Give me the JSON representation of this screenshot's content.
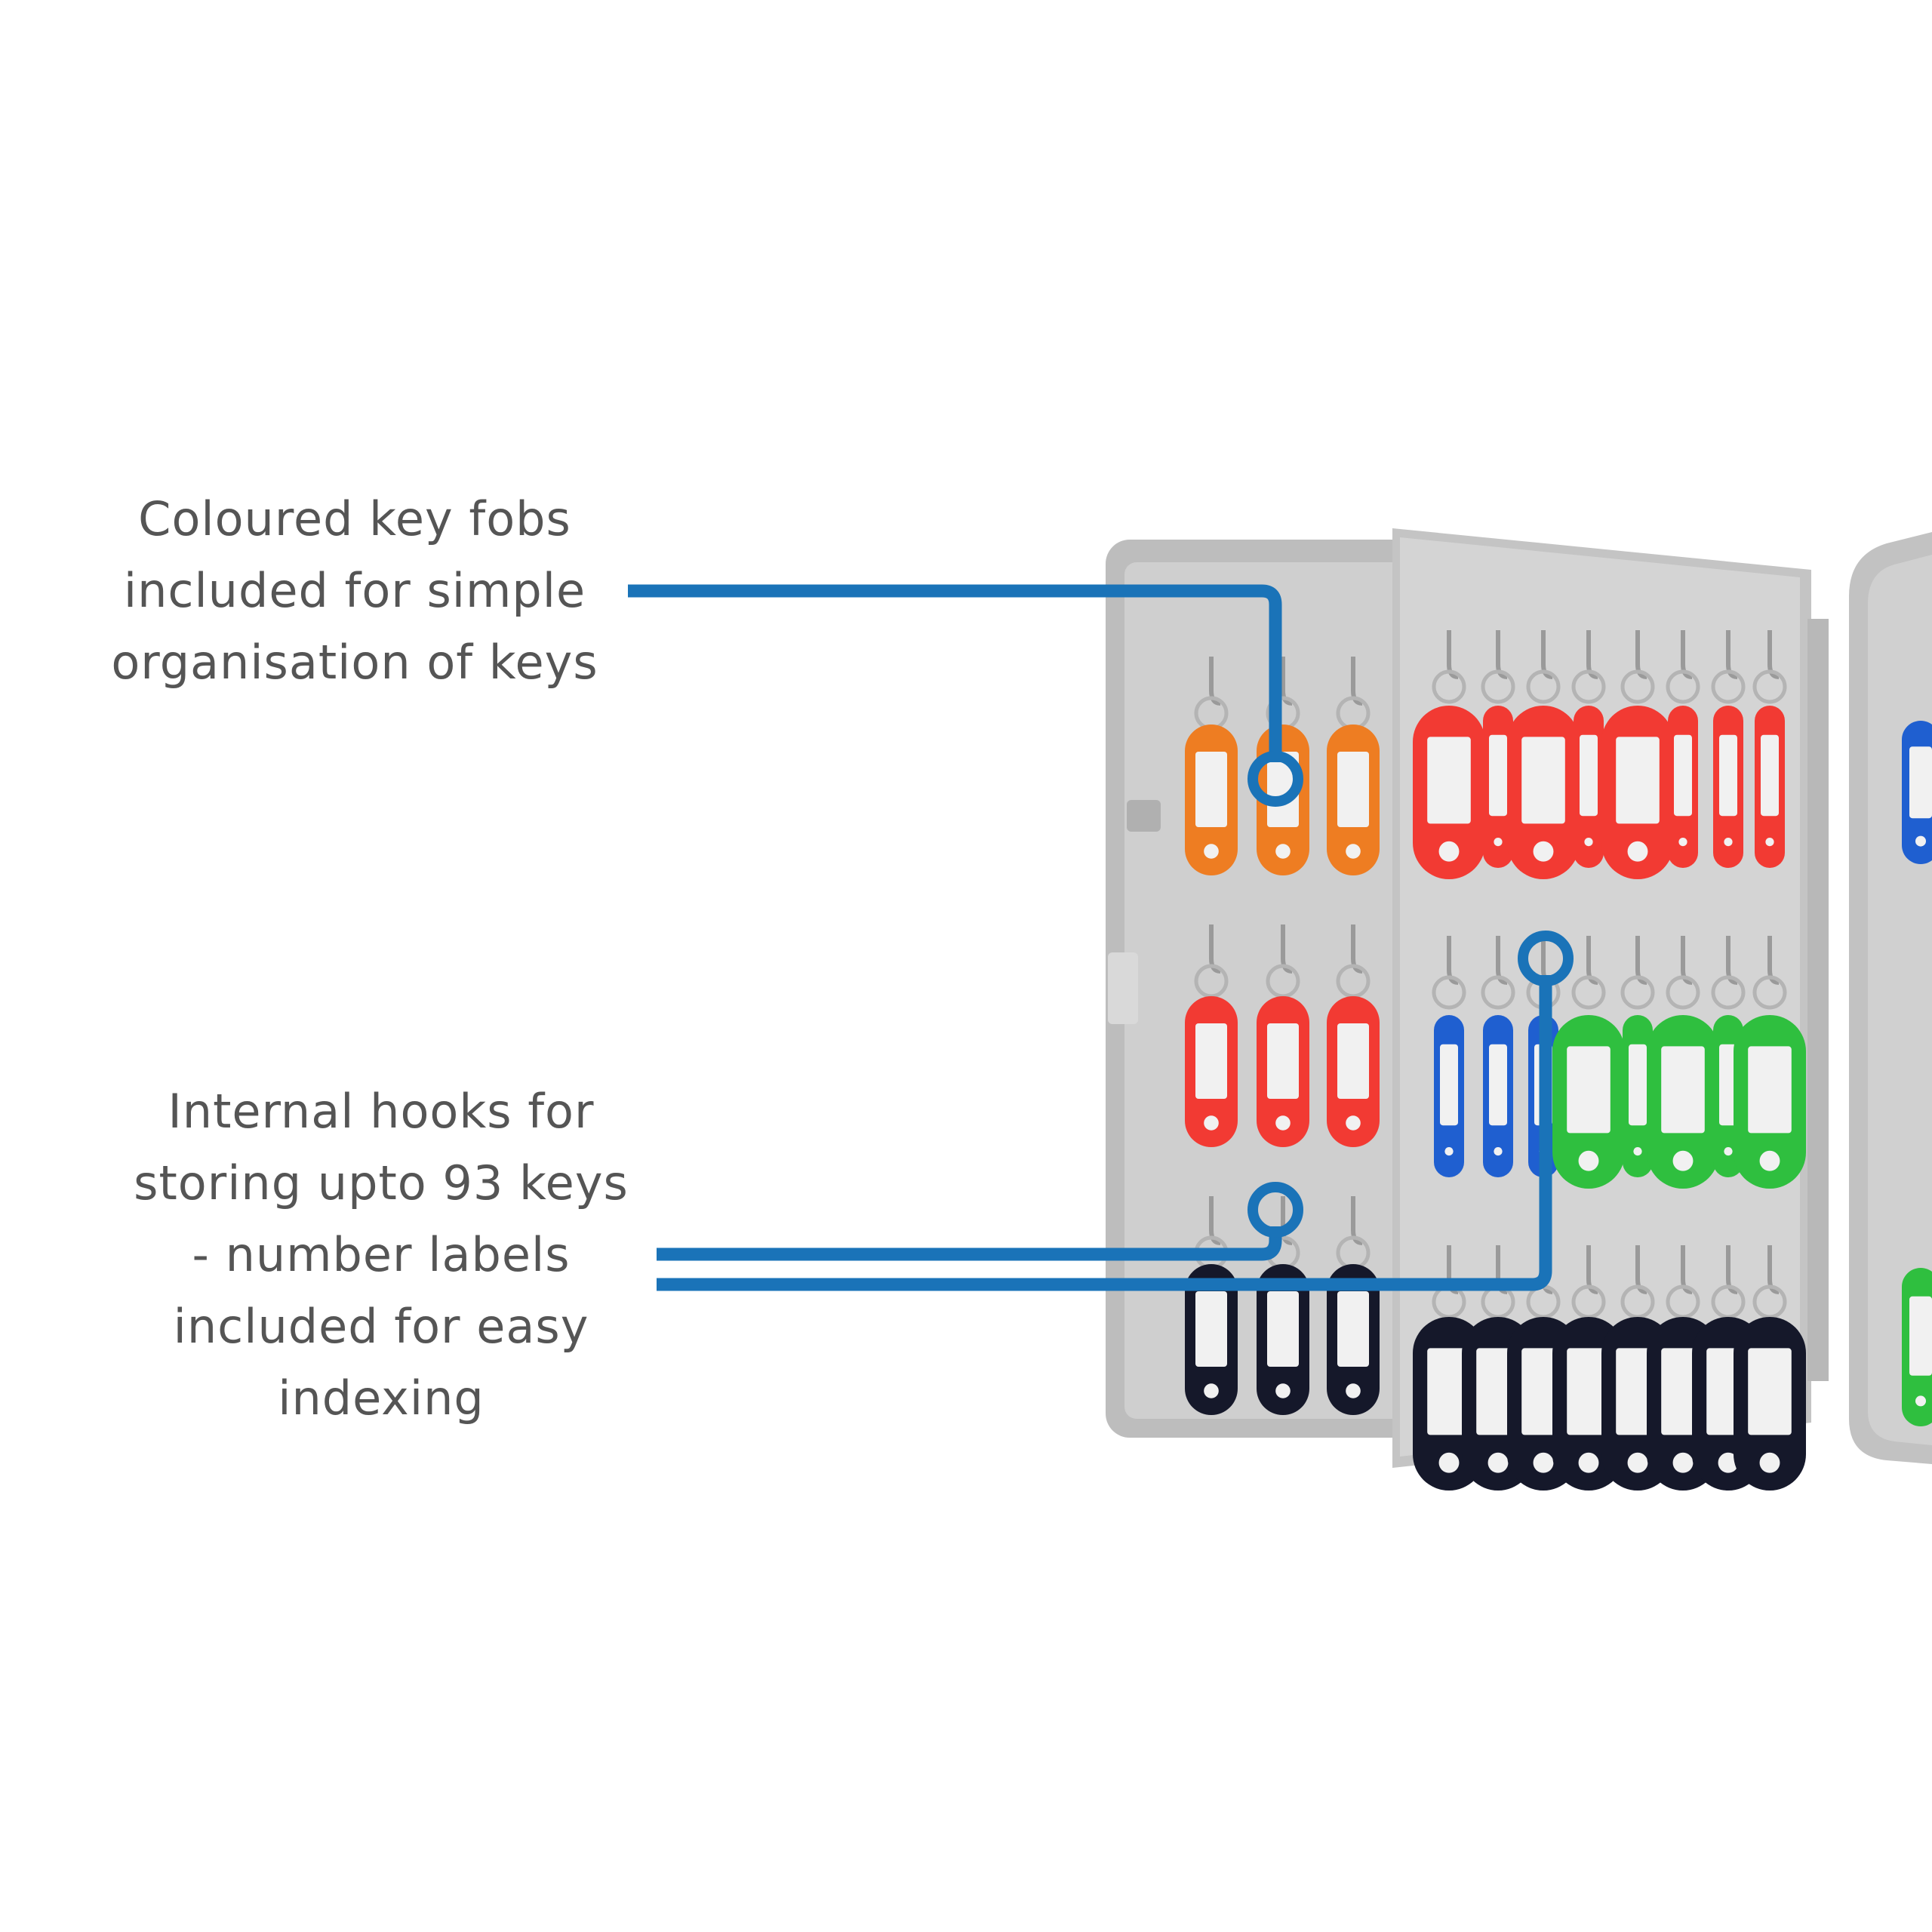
{
  "callouts": [
    {
      "lines": [
        "Coloured key fobs",
        "included for simple",
        "organisation of keys"
      ]
    },
    {
      "lines": [
        "Internal hooks for",
        "storing upto 93 keys",
        "- number labels",
        "included for easy",
        "indexing"
      ]
    }
  ],
  "colors": {
    "text": "#555555",
    "leader_line": "#1a73b8",
    "cabinet": "#c8c8c8",
    "fob_orange": "#ee7d22",
    "fob_red": "#f23a33",
    "fob_blue": "#1f5fd0",
    "fob_green": "#2fbf3f",
    "fob_black": "#15182a"
  },
  "icons": [
    "key-cabinet-illustration"
  ]
}
